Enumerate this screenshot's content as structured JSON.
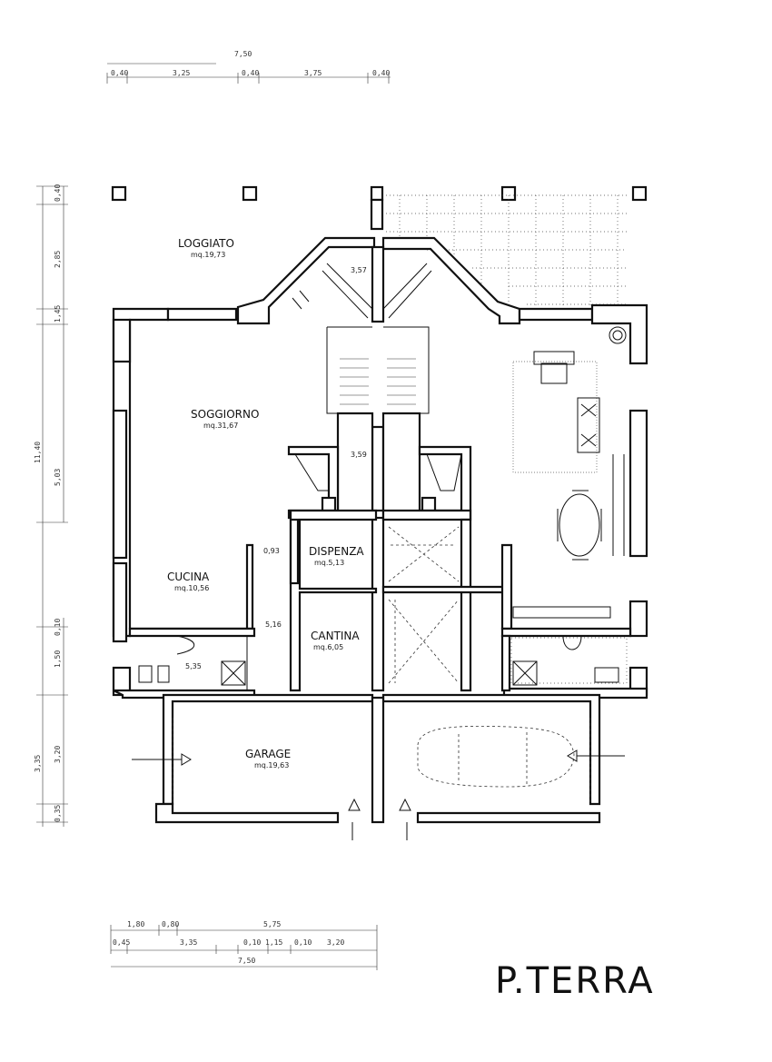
{
  "plan_title": "P.TERRA",
  "rooms": {
    "loggiato": {
      "name": "LOGGIATO",
      "area": "mq.19,73"
    },
    "soggiorno": {
      "name": "SOGGIORNO",
      "area": "mq.31,67"
    },
    "cucina": {
      "name": "CUCINA",
      "area": "mq.10,56"
    },
    "dispenza": {
      "name": "DISPENZA",
      "area": "mq.5,13"
    },
    "cantina": {
      "name": "CANTINA",
      "area": "mq.6,05"
    },
    "garage": {
      "name": "GARAGE",
      "area": "mq.19,63"
    }
  },
  "small_areas": {
    "stair_landing": "3,57",
    "stair_lower": "3,59",
    "bath": "5,35"
  },
  "door_heights": {
    "dispenza_door": "0,93",
    "cantina_door": "5,16"
  },
  "top_dimensions": {
    "total": "7,50",
    "segments": [
      "0,40",
      "3,25",
      "0,40",
      "3,75",
      "0,40"
    ]
  },
  "bottom_dimensions": {
    "row1": [
      "1,80",
      "0,80",
      "5,75"
    ],
    "row2": [
      "0,45",
      "3,35",
      "0,10",
      "1,15",
      "0,10",
      "3,20"
    ],
    "total": "7,50"
  },
  "left_dimensions": {
    "total": "11,40",
    "segments_upper": [
      "0,40",
      "2,85",
      "1,45"
    ],
    "middle": "5,03",
    "segments_lower": [
      "0,10",
      "1,50"
    ],
    "garage_column": [
      "3,35",
      "3,20",
      "0,35"
    ]
  }
}
